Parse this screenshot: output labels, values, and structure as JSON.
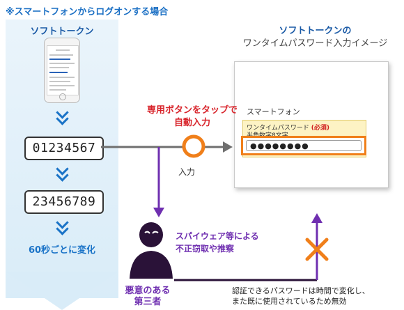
{
  "header_note": "※スマートフォンからログオンする場合",
  "left": {
    "title": "ソフトトークン",
    "code1": "01234567",
    "code2": "23456789",
    "changes": "60秒ごとに変化"
  },
  "right": {
    "title_line1": "ソフトトークンの",
    "title_line2": "ワンタイムパスワード入力イメージ",
    "browser_label": "スマートフォン",
    "field_label": "ワンタイムパスワード",
    "field_required": "(必須)",
    "field_hint": "半角数字8文字",
    "password_mask": "●●●●●●●●"
  },
  "middle": {
    "tap_line1": "専用ボタンをタップで",
    "tap_line2": "自動入力",
    "input_label": "入力"
  },
  "attack": {
    "spyware_line1": "スパイウェア等による",
    "spyware_line2": "不正窃取や推察",
    "attacker_line1": "悪意のある",
    "attacker_line2": "第三者",
    "note_line1": "認証できるパスワードは時間で変化し、",
    "note_line2": "また既に使用されているため無効"
  },
  "colors": {
    "blue": "#1a73c7",
    "red": "#d8232a",
    "orange": "#f07f1a",
    "purple": "#6f2fb0",
    "dark_purple": "#2a1238"
  }
}
